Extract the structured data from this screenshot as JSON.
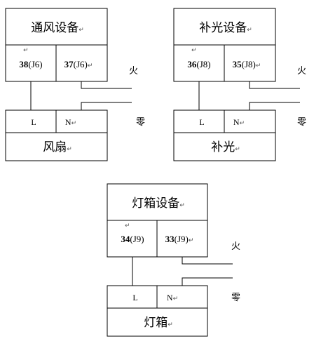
{
  "mark": "↵",
  "units": [
    {
      "device": "通风设备",
      "terminals": [
        {
          "num": "38",
          "conn": "(J6)"
        },
        {
          "num": "37",
          "conn": "(J6)"
        }
      ],
      "load_terminals": [
        "L",
        "N"
      ],
      "load": "风扇",
      "live": "火",
      "neutral": "零"
    },
    {
      "device": "补光设备",
      "terminals": [
        {
          "num": "36",
          "conn": "(J8)"
        },
        {
          "num": "35",
          "conn": "(J8)"
        }
      ],
      "load_terminals": [
        "L",
        "N"
      ],
      "load": "补光",
      "live": "火",
      "neutral": "零"
    },
    {
      "device": "灯箱设备",
      "terminals": [
        {
          "num": "34",
          "conn": "(J9)"
        },
        {
          "num": "33",
          "conn": "(J9)"
        }
      ],
      "load_terminals": [
        "L",
        "N"
      ],
      "load": "灯箱",
      "live": "火",
      "neutral": "零"
    }
  ]
}
